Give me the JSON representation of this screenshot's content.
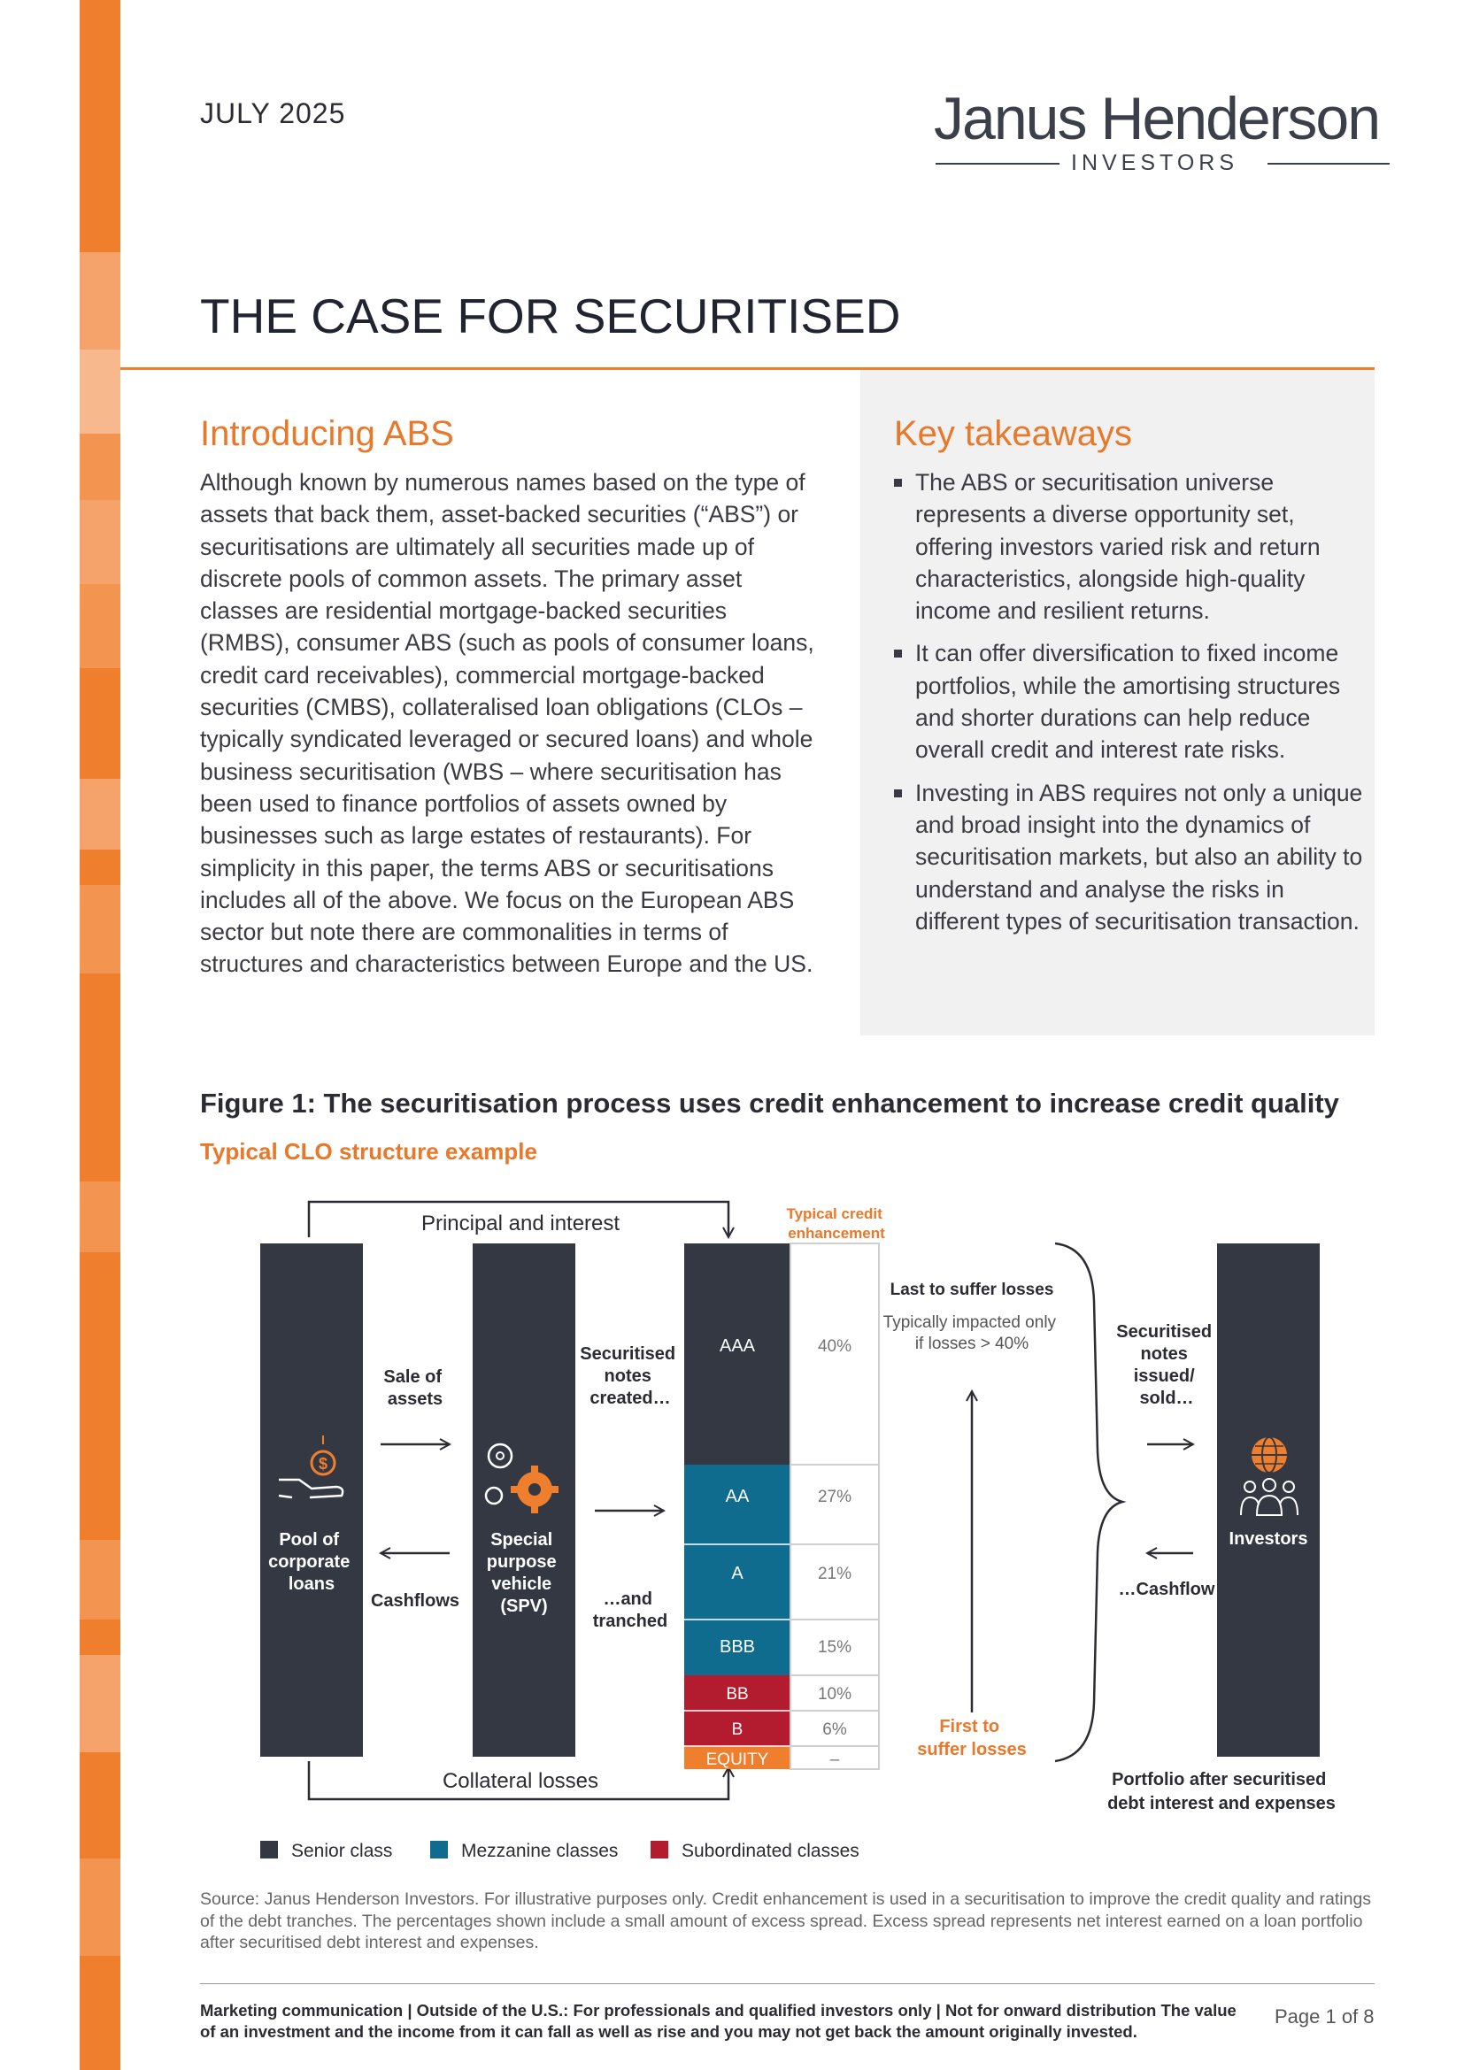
{
  "header": {
    "date": "JULY 2025",
    "logo_name": "Janus Henderson",
    "logo_sub": "INVESTORS"
  },
  "title": "THE CASE FOR SECURITISED",
  "intro": {
    "heading": "Introducing ABS",
    "body": "Although known by numerous names based on the type of assets that back them, asset-backed securities (“ABS”) or securitisations are ultimately all securities made up of discrete pools of common assets. The primary asset classes are residential mortgage-backed securities (RMBS), consumer ABS (such as pools of consumer loans, credit card receivables), commercial mortgage-backed securities (CMBS), collateralised loan obligations (CLOs – typically syndicated leveraged or secured loans) and whole business securitisation (WBS – where securitisation has been used to finance portfolios of assets owned by businesses such as large estates of restaurants). For simplicity in this paper, the terms ABS or securitisations includes all of the above. We focus on the European ABS sector but note there are commonalities in terms of structures and characteristics between Europe and the US."
  },
  "key_takeaways": {
    "heading": "Key takeaways",
    "items": [
      "The ABS or securitisation universe represents a diverse opportunity set, offering investors varied risk and return characteristics, alongside high-quality income and resilient returns.",
      "It can offer diversification to fixed income portfolios, while the amortising structures and shorter durations can help reduce overall credit and interest rate risks.",
      "Investing in ABS requires not only a unique and broad insight into the dynamics of securitisation markets, but also an ability to understand and analyse the risks in different types of securitisation transaction."
    ]
  },
  "figure": {
    "title": "Figure 1: The securitisation process uses credit enhancement to increase credit quality",
    "subtitle": "Typical CLO structure example",
    "principal_interest": "Principal and interest",
    "collateral_losses": "Collateral losses",
    "enh_header_1": "Typical credit",
    "enh_header_2": "enhancement",
    "pool_l1": "Pool of",
    "pool_l2": "corporate",
    "pool_l3": "loans",
    "sale_l1": "Sale of",
    "sale_l2": "assets",
    "cashflows": "Cashflows",
    "spv_l1": "Special",
    "spv_l2": "purpose",
    "spv_l3": "vehicle",
    "spv_l4": "(SPV)",
    "notes_l1": "Securitised",
    "notes_l2": "notes",
    "notes_l3": "created…",
    "tranched_l1": "…and",
    "tranched_l2": "tranched",
    "last_loss": "Last to suffer losses",
    "impact_l1": "Typically impacted only",
    "impact_l2": "if losses > 40%",
    "first_l1": "First to",
    "first_l2": "suffer losses",
    "issued_l1": "Securitised",
    "issued_l2": "notes",
    "issued_l3": "issued/",
    "issued_l4": "sold…",
    "cashflow_r": "…Cashflow",
    "investors": "Investors",
    "portfolio_l1": "Portfolio after securitised",
    "portfolio_l2": "debt interest and expenses",
    "legend": [
      {
        "label": "Senior class",
        "color": "#343842"
      },
      {
        "label": "Mezzanine classes",
        "color": "#0f6c8f"
      },
      {
        "label": "Subordinated classes",
        "color": "#b31b2e"
      }
    ],
    "colors": {
      "dark": "#343842",
      "teal": "#0f6c8f",
      "red": "#b31b2e",
      "orange": "#f07f2d"
    }
  },
  "chart_data": {
    "type": "table",
    "title": "Figure 1: The securitisation process uses credit enhancement to increase credit quality",
    "tranches": [
      {
        "rating": "AAA",
        "enhancement": "40%",
        "class": "Senior class"
      },
      {
        "rating": "AA",
        "enhancement": "27%",
        "class": "Mezzanine classes"
      },
      {
        "rating": "A",
        "enhancement": "21%",
        "class": "Mezzanine classes"
      },
      {
        "rating": "BBB",
        "enhancement": "15%",
        "class": "Mezzanine classes"
      },
      {
        "rating": "BB",
        "enhancement": "10%",
        "class": "Subordinated classes"
      },
      {
        "rating": "B",
        "enhancement": "6%",
        "class": "Subordinated classes"
      },
      {
        "rating": "EQUITY",
        "enhancement": "–",
        "class": "Equity"
      }
    ]
  },
  "source": "Source: Janus Henderson Investors. For illustrative purposes only. Credit enhancement is used in a securitisation to improve the credit quality and ratings of the debt tranches. The percentages shown include a small amount of excess spread. Excess spread represents net interest earned on a loan portfolio after securitised debt interest and expenses.",
  "footer": {
    "disclaimer": "Marketing communication | Outside of the U.S.: For professionals and qualified investors only | Not for onward distribution The value of an investment and the income from it can fall as well as rise and you may not get back the amount originally invested.",
    "page": "Page 1 of 8"
  }
}
